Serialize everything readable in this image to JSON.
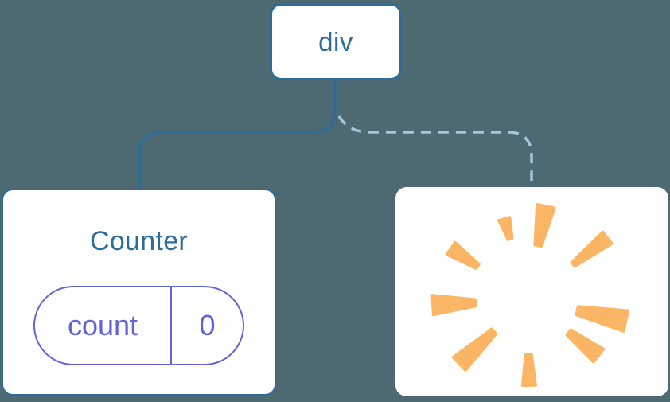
{
  "diagram": {
    "kind": "react-component-tree",
    "root": {
      "label": "div"
    },
    "children": [
      {
        "name": "Counter",
        "connection": "solid",
        "state": [
          {
            "key": "count",
            "value": "0"
          }
        ]
      },
      {
        "name": "",
        "connection": "dashed",
        "status": "removed",
        "icon": "poof-burst"
      }
    ]
  },
  "colors": {
    "bg": "#4d6972",
    "blue": "#2d6d9c",
    "dashed": "#a5c6dc",
    "purple": "#6164d8",
    "orange": "#fab664",
    "card": "#ffffff"
  }
}
